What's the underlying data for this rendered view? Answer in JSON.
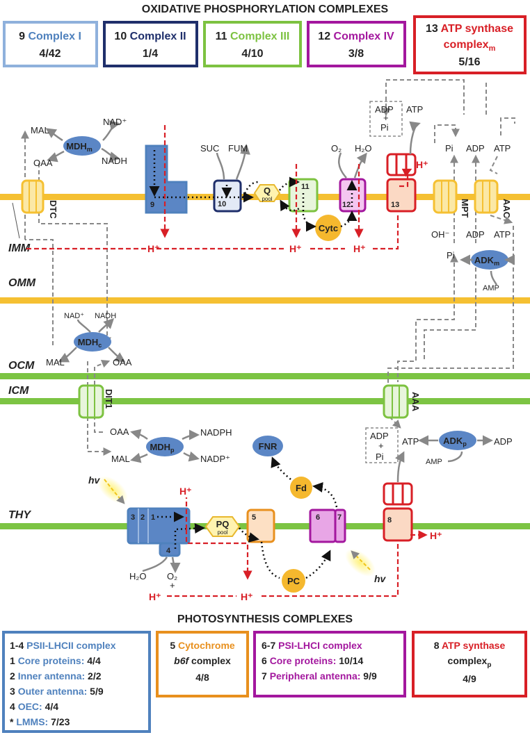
{
  "titles": {
    "top": "OXIDATIVE PHOSPHORYLATION COMPLEXES",
    "bottom": "PHOTOSYNTHESIS COMPLEXES"
  },
  "colors": {
    "c1": "#4f81bd",
    "c2": "#1f2f6b",
    "c3": "#7dc241",
    "c4": "#a3179e",
    "c5": "#e8901e",
    "red": "#d81f26",
    "mito": "#f5c032",
    "chloro": "#7cc443",
    "enzyme": "#5b86c5",
    "gray": "#888888"
  },
  "legend_top": [
    {
      "num": "9",
      "name": "Complex I",
      "count": "4/42"
    },
    {
      "num": "10",
      "name": "Complex II",
      "count": "1/4"
    },
    {
      "num": "11",
      "name": "Complex III",
      "count": "4/10"
    },
    {
      "num": "12",
      "name": "Complex IV",
      "count": "3/8"
    },
    {
      "num": "13",
      "name": "ATP synthase",
      "name2": "complex",
      "sub": "m",
      "count": "5/16"
    }
  ],
  "legend_bottom": {
    "psii": {
      "title_num": "1-4",
      "title": "PSII-LHCII complex",
      "rows": [
        {
          "num": "1",
          "label": "Core proteins:",
          "count": "4/4"
        },
        {
          "num": "2",
          "label": "Inner antenna:",
          "count": "2/2"
        },
        {
          "num": "3",
          "label": "Outer antenna:",
          "count": "5/9"
        },
        {
          "num": "4",
          "label": "OEC:",
          "count": "4/4"
        },
        {
          "num": "*",
          "label": "LMMS:",
          "count": "7/23"
        }
      ]
    },
    "cyt": {
      "num": "5",
      "line1": "Cytochrome",
      "line2": "b6f",
      "line2b": "complex",
      "count": "4/8"
    },
    "psi": {
      "title_num": "6-7",
      "title": "PSI-LHCI complex",
      "rows": [
        {
          "num": "6",
          "label": "Core proteins:",
          "count": "10/14"
        },
        {
          "num": "7",
          "label": "Peripheral antenna:",
          "count": "9/9"
        }
      ]
    },
    "atpp": {
      "num": "8",
      "name": "ATP synthase",
      "name2": "complex",
      "sub": "p",
      "count": "4/9"
    }
  },
  "membranes": {
    "imm": "IMM",
    "omm": "OMM",
    "ocm": "OCM",
    "icm": "ICM",
    "thy": "THY"
  },
  "transporters": {
    "dtc": "DTC",
    "mpt": "MPT",
    "aac": "AAC",
    "dit1": "DIT1",
    "aaa": "AAA"
  },
  "enzymes": {
    "mdhm": "MDH",
    "mdhm_sub": "m",
    "mdhc": "MDH",
    "mdhc_sub": "c",
    "mdhp": "MDH",
    "mdhp_sub": "p",
    "adkm": "ADK",
    "adkm_sub": "m",
    "adkp": "ADK",
    "adkp_sub": "p",
    "fnr": "FNR",
    "fd": "Fd",
    "pc": "PC",
    "cytc": "Cytc",
    "q": "Q",
    "q_sub": "pool",
    "pq": "PQ",
    "pq_sub": "pool"
  },
  "metabolites": {
    "mal": "MAL",
    "oaa": "OAA",
    "nadp_plus": "NAD⁺",
    "nadh": "NADH",
    "suc": "SUC",
    "fum": "FUM",
    "o2": "O₂",
    "h2o": "H₂O",
    "adp": "ADP",
    "pi": "Pi",
    "plus": "+",
    "atp": "ATP",
    "amp": "AMP",
    "oh": "OH⁻",
    "h_plus": "H⁺",
    "nadph": "NADPH",
    "nadpplus": "NADP⁺",
    "hv": "hv"
  },
  "complex_nums": {
    "c9": "9",
    "c10": "10",
    "c11": "11",
    "c12": "12",
    "c13": "13",
    "p1": "1",
    "p2": "2",
    "p3": "3",
    "p4": "4",
    "p5": "5",
    "p6": "6",
    "p7": "7",
    "p8": "8"
  }
}
